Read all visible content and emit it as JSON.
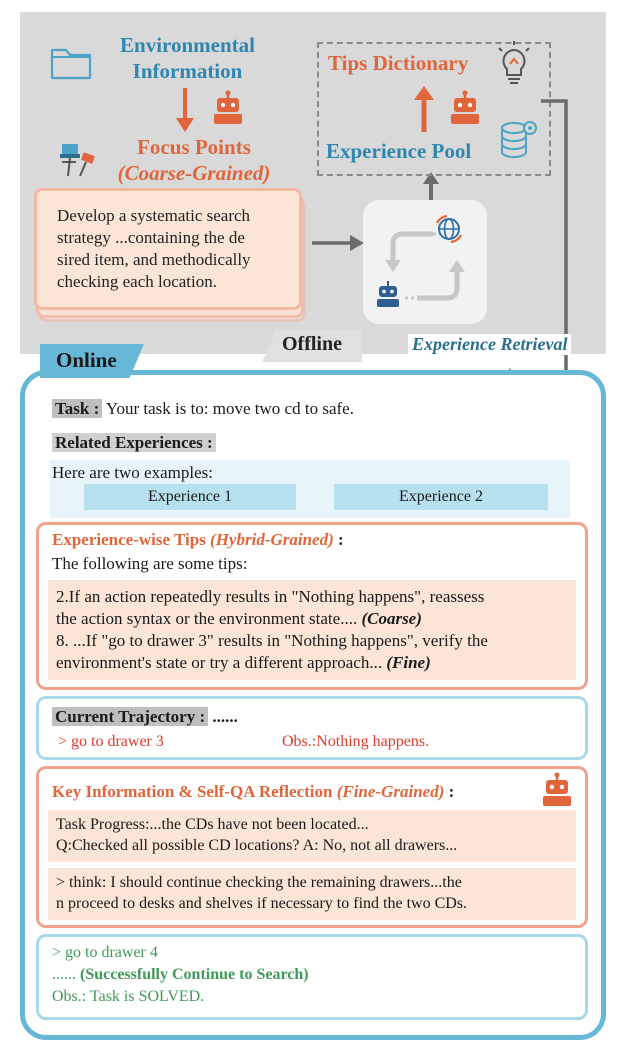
{
  "offline": {
    "env_info": [
      "Environmental",
      "Information"
    ],
    "focus_points": "Focus Points",
    "coarse_grained": "(Coarse-Grained)",
    "strategy_lines": [
      "Develop a systematic search",
      "strategy ...containing the de",
      "sired item, and methodically",
      "checking each location."
    ],
    "tips_dictionary": "Tips Dictionary",
    "experience_pool": "Experience Pool",
    "offline_label": "Offline",
    "experience_retrieval": "Experience Retrieval"
  },
  "online": {
    "label": "Online",
    "task_label": "Task :",
    "task_text": " Your task is to: move two cd to safe.",
    "related_label": "Related  Experiences :",
    "examples_text": "Here are two examples:",
    "experience_1": "Experience 1",
    "experience_2": "Experience 2",
    "tips_title": "Experience-wise Tips ",
    "tips_grain": "(Hybrid-Grained)",
    "tips_colon": " :",
    "tips_intro": "The following are some tips:",
    "tip2_lines": [
      "2.If an action repeatedly results in \"Nothing happens\", reassess",
      "the action syntax or the environment state.... "
    ],
    "tip2_tag": "(Coarse)",
    "tip8_lines": [
      "8. ...If \"go to drawer 3\" results in \"Nothing happens\", verify the",
      "environment's state or try a different approach... "
    ],
    "tip8_tag": "(Fine)",
    "trajectory_label": "Current Trajectory :",
    "trajectory_dots": " ......",
    "action_drawer3": "> go to drawer 3",
    "obs_nothing": "Obs.:Nothing happens.",
    "key_title": "Key Information & Self-QA Reflection ",
    "key_grain": "(Fine-Grained)",
    "key_colon": " :",
    "progress_line": "Task Progress:...the CDs have not been located...",
    "qa_line": "Q:Checked all possible CD locations? A: No, not all drawers...",
    "think_lines": [
      "> think: I should continue checking the remaining drawers...the",
      "n proceed to desks and shelves if necessary to find the two CDs."
    ],
    "action_drawer4": "> go to drawer 4",
    "success_prefix": "...... ",
    "success_text": "(Successfully Continue to Search)",
    "obs_solved": "Obs.: Task is SOLVED."
  },
  "colors": {
    "blue": "#2e86b0",
    "orange": "#e1653a",
    "green": "#3f9a57",
    "red": "#e03c2e"
  },
  "icons": [
    "folder-icon",
    "robot-icon",
    "pushpin-icon",
    "lightbulb-icon",
    "database-gear-icon",
    "globe-icon"
  ]
}
